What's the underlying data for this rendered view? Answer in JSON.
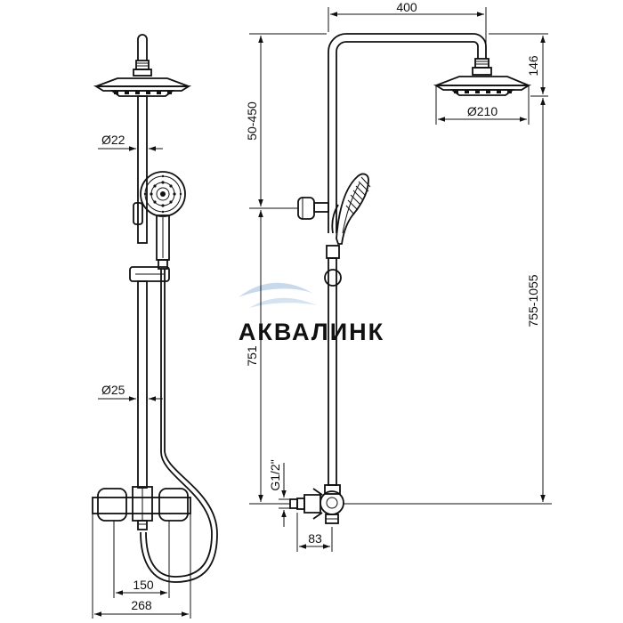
{
  "watermark": {
    "text": "АКВАЛИНК",
    "color": "#b9cfe6"
  },
  "front_view": {
    "dim_hand_bar_diameter": "Ø22",
    "dim_riser_diameter": "Ø25",
    "dim_inlet_spacing": "150",
    "dim_mixer_width": "268"
  },
  "side_view": {
    "dim_reach": "400",
    "dim_head_height": "146",
    "dim_head_diameter": "Ø210",
    "dim_adjust_range": "50-450",
    "dim_mixer_to_holder": "751",
    "dim_total_height": "755-1055",
    "dim_thread": "G1/2\"",
    "dim_wall_offset": "83"
  },
  "colors": {
    "line": "#111111",
    "background": "#ffffff"
  }
}
